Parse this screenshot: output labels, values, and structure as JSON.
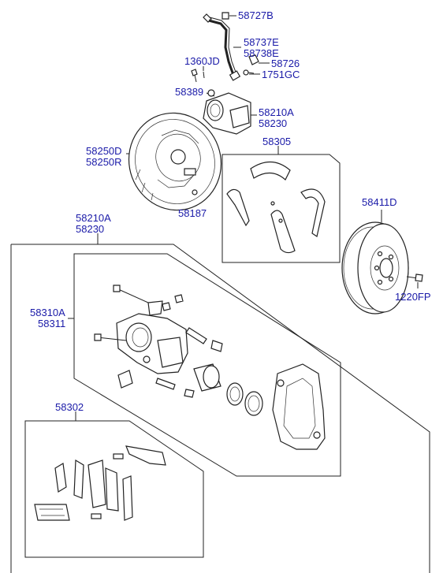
{
  "labels": {
    "p58727B": "58727B",
    "p58737E": "58737E",
    "p58738E": "58738E",
    "p1360JD": "1360JD",
    "p58726": "58726",
    "p1751GC": "1751GC",
    "p58389": "58389",
    "p58210A_top": "58210A",
    "p58230_top": "58230",
    "p58250D": "58250D",
    "p58250R": "58250R",
    "p58305": "58305",
    "p58187": "58187",
    "p58411D": "58411D",
    "p58210A_mid": "58210A",
    "p58230_mid": "58230",
    "p1220FP": "1220FP",
    "p58310A": "58310A",
    "p58311": "58311",
    "p58302": "58302"
  },
  "colors": {
    "label": "#1a1aa8",
    "line": "#222222",
    "background": "#ffffff"
  }
}
